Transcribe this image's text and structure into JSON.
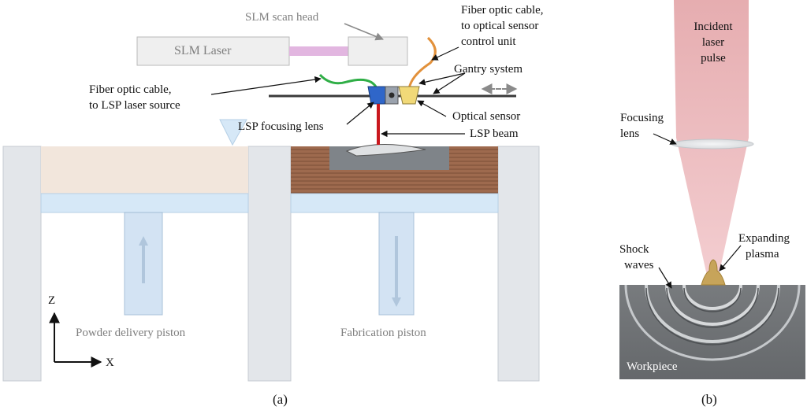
{
  "colors": {
    "frame": "#e3e6ea",
    "frame_stroke": "#c6cbd1",
    "powder": "#f2e6dc",
    "build_plate": "#d6e8f7",
    "build_plate_stroke": "#b5cfe6",
    "piston": "#cfe0f2",
    "piston_stroke": "#9fbad4",
    "wood_base": "#9e6a4e",
    "wood_line": "#7a4d36",
    "part_dark": "#7f8489",
    "laser_box": "#efefef",
    "laser_box_stroke": "#b9b9b9",
    "laser_pink": "#e2b6e0",
    "lens_blue": "#2f66c9",
    "sensor_yellow": "#f1d978",
    "beam_red": "#c9181e",
    "cable_green": "#2fae46",
    "cable_orange": "#e2913b",
    "pulse_pink": "#e6adb0",
    "workpiece": "#6e7174",
    "plasma": "#c7a45a",
    "label_dark": "#111111",
    "label_gray": "#7f7f7f"
  },
  "panel_a": {
    "caption": "(a)",
    "labels": {
      "slm_scan_head": "SLM scan head",
      "slm_laser": "SLM Laser",
      "fiber_sensor_line1": "Fiber optic cable,",
      "fiber_sensor_line2": "to optical sensor",
      "fiber_sensor_line3": "control unit",
      "gantry": "Gantry system",
      "fiber_lsp_line1": "Fiber optic cable,",
      "fiber_lsp_line2": "to LSP laser source",
      "lsp_focusing_lens": "LSP focusing lens",
      "optical_sensor": "Optical sensor",
      "lsp_beam": "LSP beam",
      "powder_piston": "Powder delivery piston",
      "fabrication_piston": "Fabrication piston",
      "axis_z": "Z",
      "axis_x": "X"
    }
  },
  "panel_b": {
    "caption": "(b)",
    "labels": {
      "pulse_line1": "Incident",
      "pulse_line2": "laser",
      "pulse_line3": "pulse",
      "focusing_line1": "Focusing",
      "focusing_line2": "lens",
      "plasma_line1": "Expanding",
      "plasma_line2": "plasma",
      "shock_line1": "Shock",
      "shock_line2": "waves",
      "workpiece": "Workpiece"
    }
  }
}
